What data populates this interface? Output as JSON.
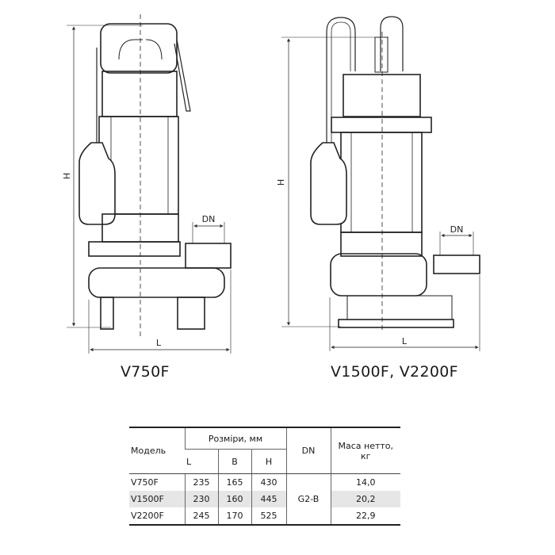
{
  "drawings": [
    {
      "model_label": "V750F",
      "dim_height": "H",
      "dim_length": "L",
      "dim_outlet": "DN"
    },
    {
      "model_label": "V1500F, V2200F",
      "dim_height": "H",
      "dim_length": "L",
      "dim_outlet": "DN"
    }
  ],
  "table": {
    "headers": {
      "model": "Модель",
      "dimensions": "Розміри, мм",
      "L": "L",
      "B": "B",
      "H": "H",
      "DN": "DN",
      "mass": "Маса нетто,",
      "mass_unit": "кг"
    },
    "dn_value": "G2-B",
    "rows": [
      {
        "model": "V750F",
        "L": "235",
        "B": "165",
        "H": "430",
        "mass": "14,0"
      },
      {
        "model": "V1500F",
        "L": "230",
        "B": "160",
        "H": "445",
        "mass": "20,2"
      },
      {
        "model": "V2200F",
        "L": "245",
        "B": "170",
        "H": "525",
        "mass": "22,9"
      }
    ]
  }
}
